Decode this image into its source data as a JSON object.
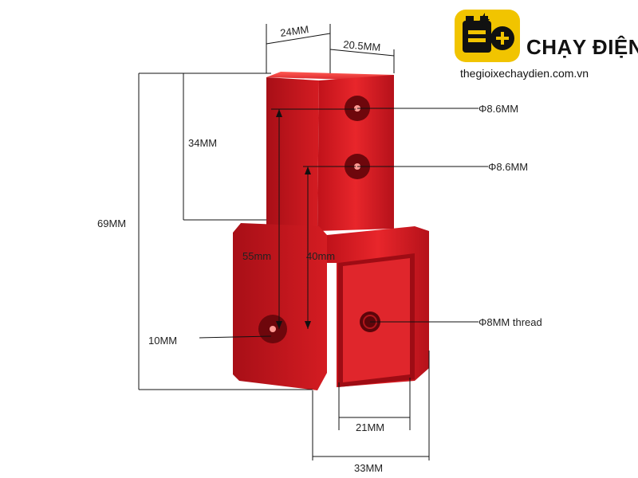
{
  "brand": {
    "name": "CHẠY ĐIỆN",
    "url": "thegioixechaydien.com.vn",
    "logo_color": "#f1c400"
  },
  "part": {
    "color": "#d61b1f",
    "label": "red aluminium bracket"
  },
  "dimensions": {
    "top_width": "24MM",
    "top_depth": "20.5MM",
    "upper_height": "34MM",
    "total_height": "69MM",
    "hole_to_top": "55mm",
    "hole_spacing": "40mm",
    "hole_edge": "10MM",
    "slot_width": "21MM",
    "bottom_width": "33MM",
    "upper_hole_1": "Φ8.6MM",
    "upper_hole_2": "Φ8.6MM",
    "thread_hole": "Φ8MM thread"
  }
}
